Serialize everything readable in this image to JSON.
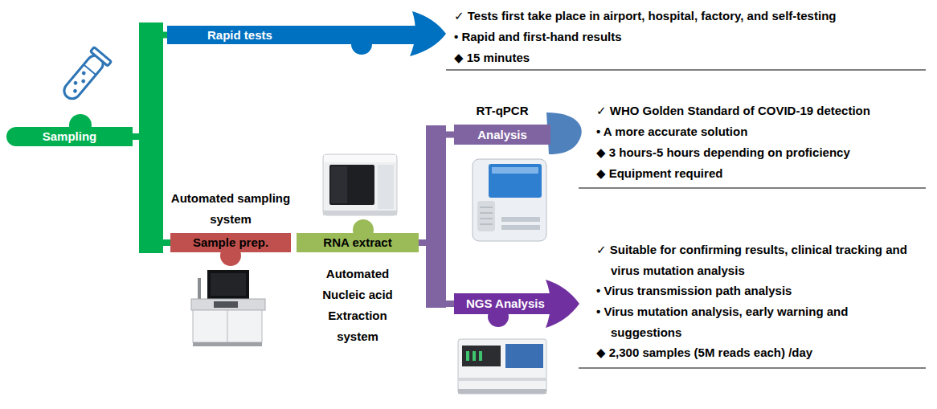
{
  "diagram": {
    "nodes": [
      {
        "text": [
          "Sampling"
        ]
      },
      {
        "text": [
          "Rapid tests"
        ]
      },
      {
        "text": [
          "Automated sampling system",
          "Sample prep."
        ]
      },
      {
        "text": [
          "RNA extract",
          "Automated Nucleic acid Extraction system"
        ]
      },
      {
        "text": [
          "RT-qPCR",
          "Analysis"
        ]
      },
      {
        "text": [
          "NGS Analysis"
        ]
      }
    ],
    "edges": [
      {
        "from": 0,
        "to": 1,
        "arrow": "none"
      },
      {
        "from": 0,
        "to": 2,
        "arrow": "none"
      },
      {
        "from": 3,
        "to": 4,
        "arrow": "none"
      },
      {
        "from": 3,
        "to": 5,
        "arrow": "none"
      }
    ],
    "labels": [
      "✓ Tests first take place in airport, hospital, factory, and self-testing",
      "• Rapid and first-hand results",
      "◆ 15 minutes",
      "✓ WHO Golden Standard of COVID-19 detection",
      "• A more accurate solution",
      "◆ 3 hours-5 hours depending on proficiency",
      "◆ Equipment required",
      "✓ Suitable for confirming results, clinical tracking and virus mutation analysis",
      "• Virus transmission path analysis",
      "• Virus mutation analysis, early warning and suggestions",
      "◆ 2,300 samples (5M reads each) /day"
    ]
  }
}
